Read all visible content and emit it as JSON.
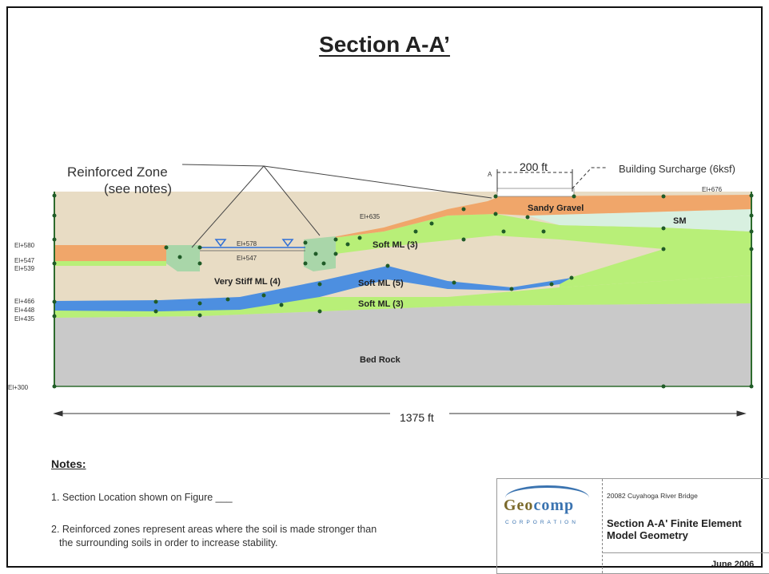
{
  "title": "Section A-A’",
  "labels": {
    "reinforced_zone_line1": "Reinforced Zone",
    "reinforced_zone_line2": "(see notes)",
    "dim_200": "200 ft",
    "building_surcharge": "Building Surcharge (6ksf)",
    "dim_1375": "1375 ft",
    "a_mark": "A"
  },
  "elevations_left": [
    "El+580",
    "El+547",
    "El+539",
    "El+466",
    "El+448",
    "El+435",
    "El+300"
  ],
  "elevations_inner": {
    "el578": "El+578",
    "el547": "El+547",
    "el635": "El+635",
    "el676": "El+676"
  },
  "soil_layers": {
    "sandy_gravel": "Sandy Gravel",
    "sm": "SM",
    "soft_ml_top": "Soft ML (3)",
    "very_stiff": "Very Stiff ML (4)",
    "soft_ml_5": "Soft ML (5)",
    "soft_ml_bottom": "Soft ML (3)",
    "bed_rock": "Bed Rock"
  },
  "colors": {
    "sandy_gravel": "#f0a66a",
    "sm": "#d8f0e0",
    "soft_ml": "#b8ef78",
    "very_stiff": "#e8dcc4",
    "soft_ml_5": "#4d8fe0",
    "bed_rock": "#c9c9c9",
    "reinforced": "#a9d6a9",
    "node": "#1f5b27"
  },
  "notes": {
    "heading": "Notes:",
    "note1": "1. Section Location shown on Figure ___",
    "note2_line1": "2. Reinforced zones represent areas where the soil is made stronger than",
    "note2_line2": "the surrounding  soils in order to increase stability."
  },
  "title_block": {
    "company_main": "Geo",
    "company_accent": "comp",
    "company_sub": "CORPORATION",
    "project": "20082 Cuyahoga River Bridge",
    "drawing_title_line1": "Section A-A' Finite Element",
    "drawing_title_line2": "Model Geometry",
    "date": "June 2006"
  }
}
